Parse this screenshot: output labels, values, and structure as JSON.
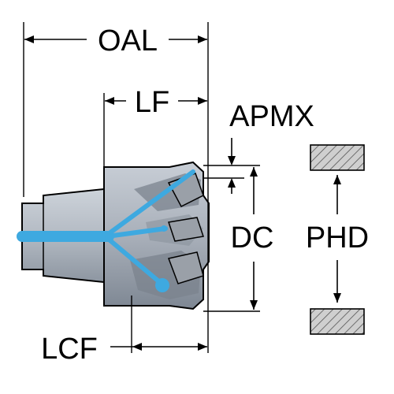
{
  "labels": {
    "oal": "OAL",
    "lf": "LF",
    "apmx": "APMX",
    "dc": "DC",
    "phd": "PHD",
    "lcf": "LCF"
  },
  "colors": {
    "tool_body": "#a9b0ba",
    "tool_body_dark": "#6f7884",
    "shank": "#b9c0c9",
    "outline": "#000000",
    "coolant": "#3ea9e0",
    "insert": "#8d939b",
    "hatch_fill": "#cfcfcf",
    "line": "#000000"
  },
  "icons": {
    "arrow": "arrow-head",
    "hatch": "hatched-workpiece"
  }
}
